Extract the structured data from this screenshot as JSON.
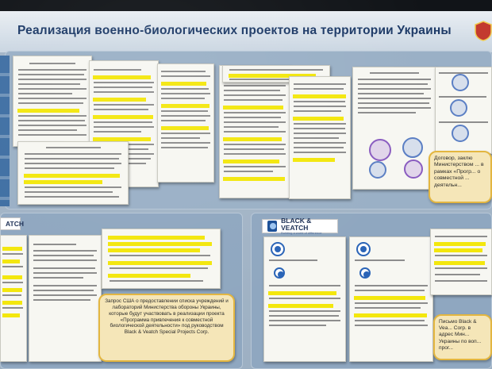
{
  "slide": {
    "title": "Реализация военно-биологических проектов на территории Украины"
  },
  "top_panel": {
    "callout": "Договор, заклю Министерством ... в рамках «Прогр... о совместной ... деятельн..."
  },
  "bottom_left_panel": {
    "logo_text": "ATCH",
    "callout": "Запрос США о предоставлении списка учреждений и лабораторий Министерства обороны Украины, которые будут участвовать в реализации проекта «Программа привлечения к совместной биологической деятельности» под руководством Black & Veatch Special Projects Corp."
  },
  "bottom_right_panel": {
    "logo_title": "BLACK & VEATCH",
    "logo_subtitle": "Building a world of difference",
    "callout": "Письмо Black & Vea... Corp. в адрес Мин... Украины по воп... прог..."
  },
  "colors": {
    "title": "#1d3a67",
    "panel": "#8fa7c0",
    "highlight": "#f2e600",
    "callout_fill": "#f5e6b8",
    "callout_border": "#e3b640"
  }
}
